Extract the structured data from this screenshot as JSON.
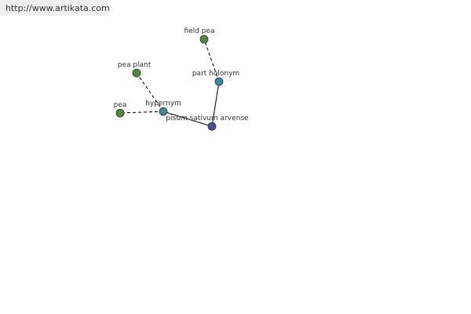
{
  "header": {
    "url": "http://www.artikata.com"
  },
  "graph": {
    "nodes": [
      {
        "id": "center",
        "label": "pisum sativum arvense",
        "color": "#4c4c9c"
      },
      {
        "id": "part-holonym",
        "label": "part holonym",
        "color": "#3a8a9a"
      },
      {
        "id": "hypernym",
        "label": "hypernym",
        "color": "#3a8a9a"
      },
      {
        "id": "field-pea",
        "label": "field pea",
        "color": "#4e8a3e"
      },
      {
        "id": "pea-plant",
        "label": "pea plant",
        "color": "#4e8a3e"
      },
      {
        "id": "pea",
        "label": "pea",
        "color": "#4e8a3e"
      }
    ],
    "edges": [
      {
        "from": "center",
        "to": "part-holonym",
        "style": "solid"
      },
      {
        "from": "center",
        "to": "hypernym",
        "style": "solid"
      },
      {
        "from": "part-holonym",
        "to": "field-pea",
        "style": "dashed"
      },
      {
        "from": "hypernym",
        "to": "pea-plant",
        "style": "dashed"
      },
      {
        "from": "hypernym",
        "to": "pea",
        "style": "dashed"
      }
    ]
  }
}
